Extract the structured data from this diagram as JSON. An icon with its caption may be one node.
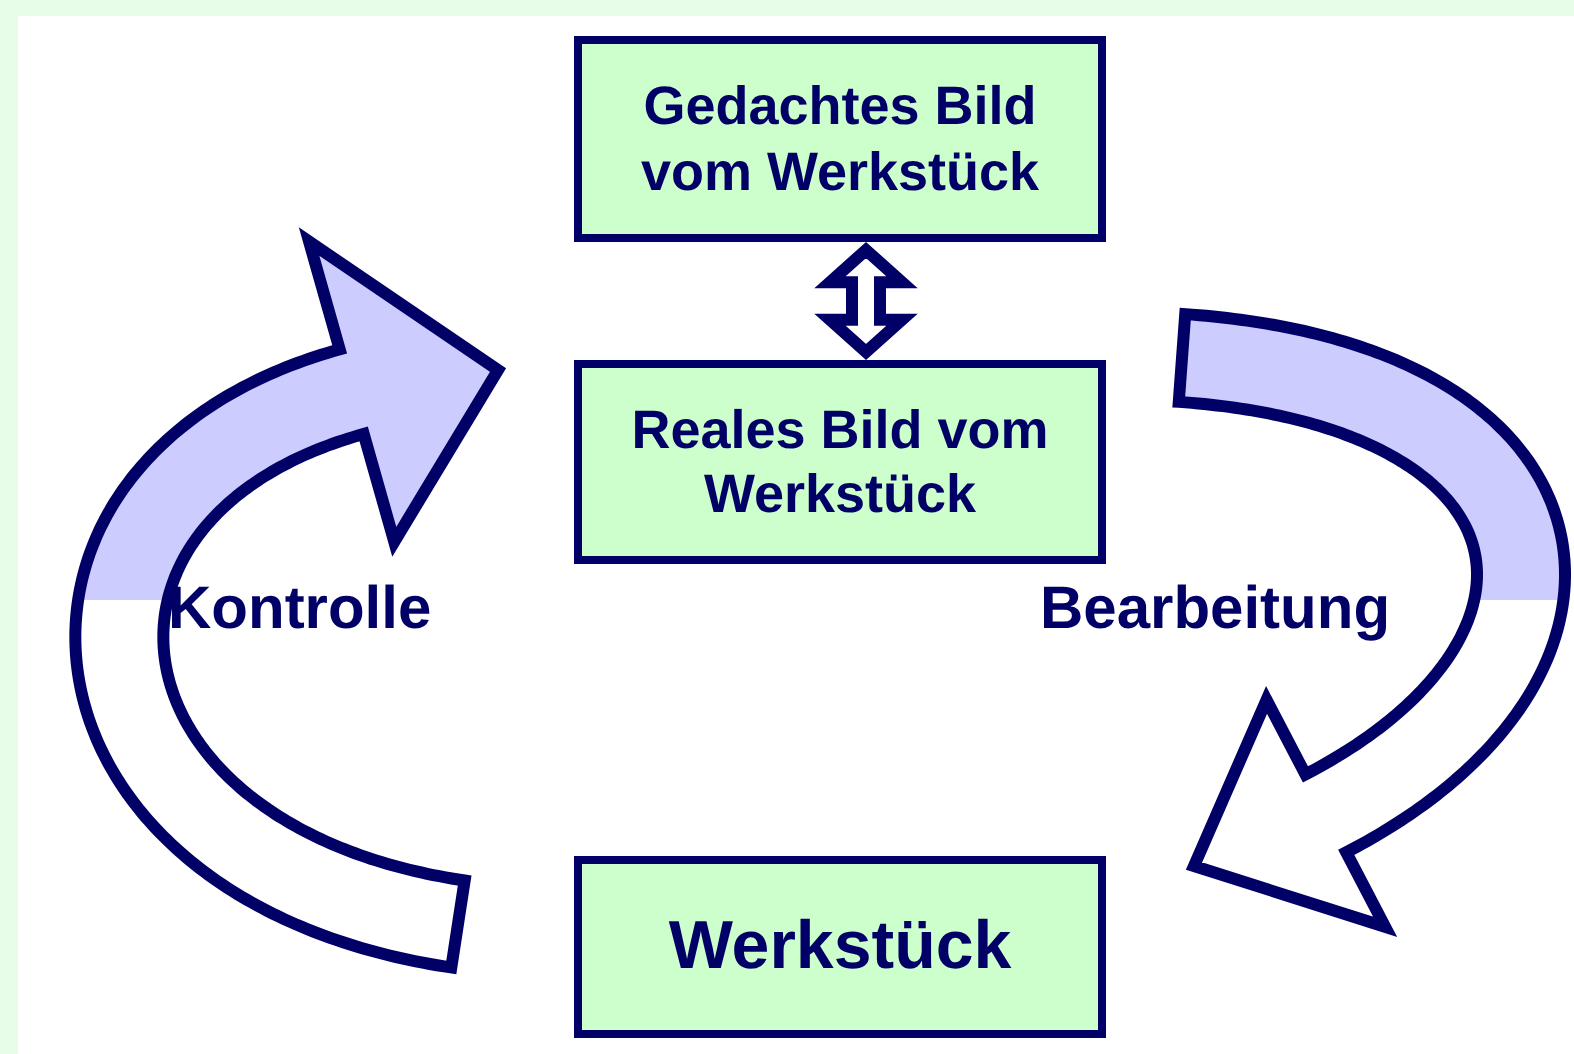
{
  "diagram": {
    "nodes": [
      {
        "text": [
          "Gedachtes Bild vom Werkstück"
        ]
      },
      {
        "text": [
          "Reales Bild vom Werkstück"
        ]
      },
      {
        "text": [
          "Werkstück"
        ]
      }
    ],
    "edges": [
      {
        "from": 0,
        "to": 1,
        "arrow": "both"
      },
      {
        "from": 2,
        "to": 1,
        "arrow": "to",
        "label": "Kontrolle"
      },
      {
        "from": 1,
        "to": 2,
        "arrow": "to",
        "label": "Bearbeitung"
      }
    ]
  }
}
